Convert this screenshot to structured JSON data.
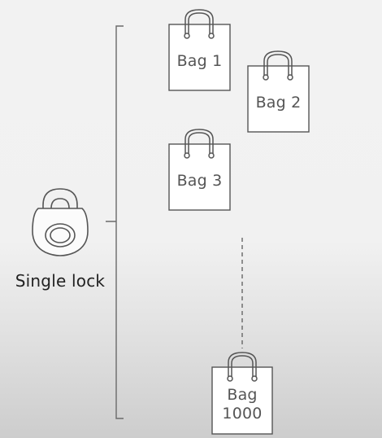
{
  "lock": {
    "label": "Single lock",
    "icon": "padlock-icon"
  },
  "bags": [
    {
      "label": "Bag 1",
      "icon": "shopping-bag-icon"
    },
    {
      "label": "Bag 2",
      "icon": "shopping-bag-icon"
    },
    {
      "label": "Bag 3",
      "icon": "shopping-bag-icon"
    },
    {
      "label_line1": "Bag",
      "label_line2": "1000",
      "icon": "shopping-bag-icon"
    }
  ],
  "colors": {
    "stroke": "#555555",
    "bag_fill": "#ffffff",
    "text": "#333333"
  }
}
